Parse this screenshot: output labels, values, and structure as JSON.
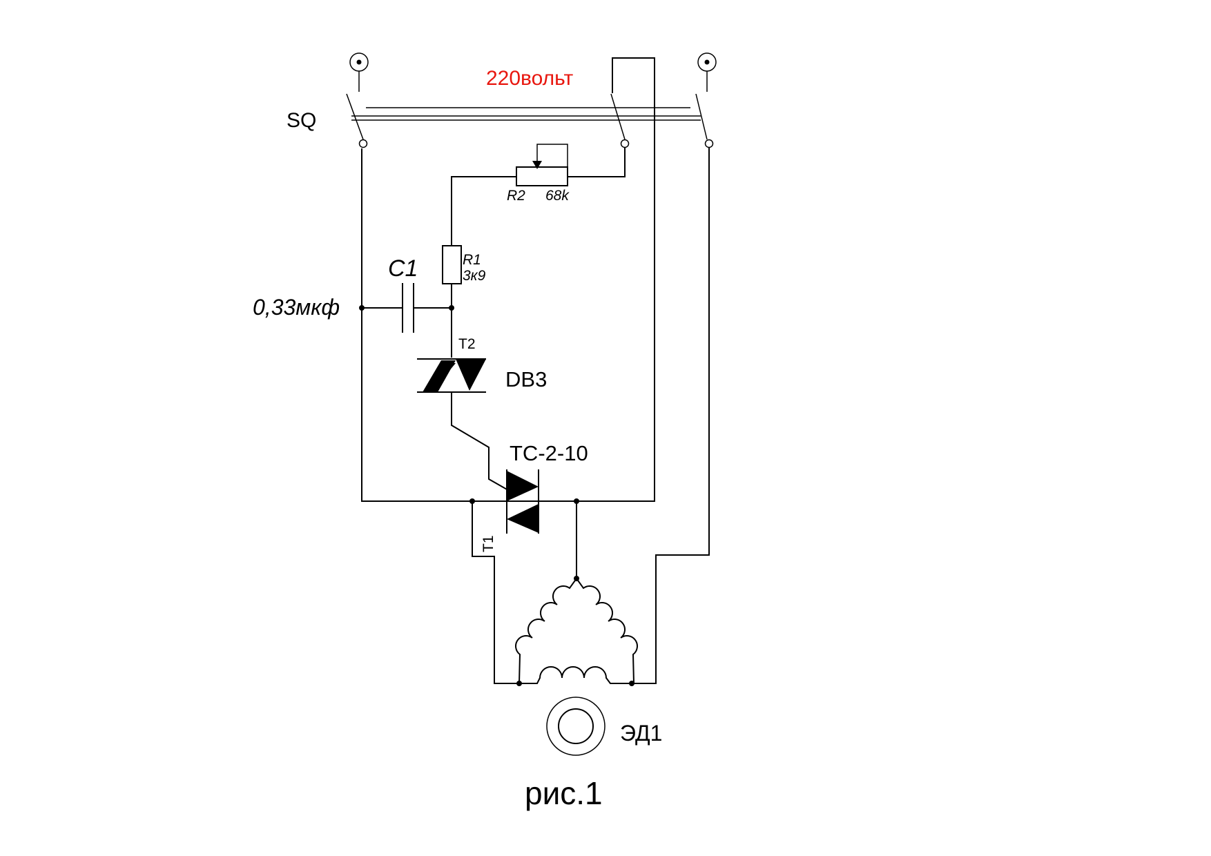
{
  "labels": {
    "switch": "SQ",
    "supply": "220вольт",
    "r2_name": "R2",
    "r2_value": "68k",
    "r1_name": "R1",
    "r1_value": "3к9",
    "c1_name": "C1",
    "c1_value": "0,33мкф",
    "t2": "T2",
    "diac": "DB3",
    "triac": "ТС-2-10",
    "t1": "T1",
    "motor": "ЭД1",
    "caption": "рис.1"
  },
  "colors": {
    "supply_label": "#e8170f",
    "line": "#000000",
    "background": "#ffffff"
  }
}
